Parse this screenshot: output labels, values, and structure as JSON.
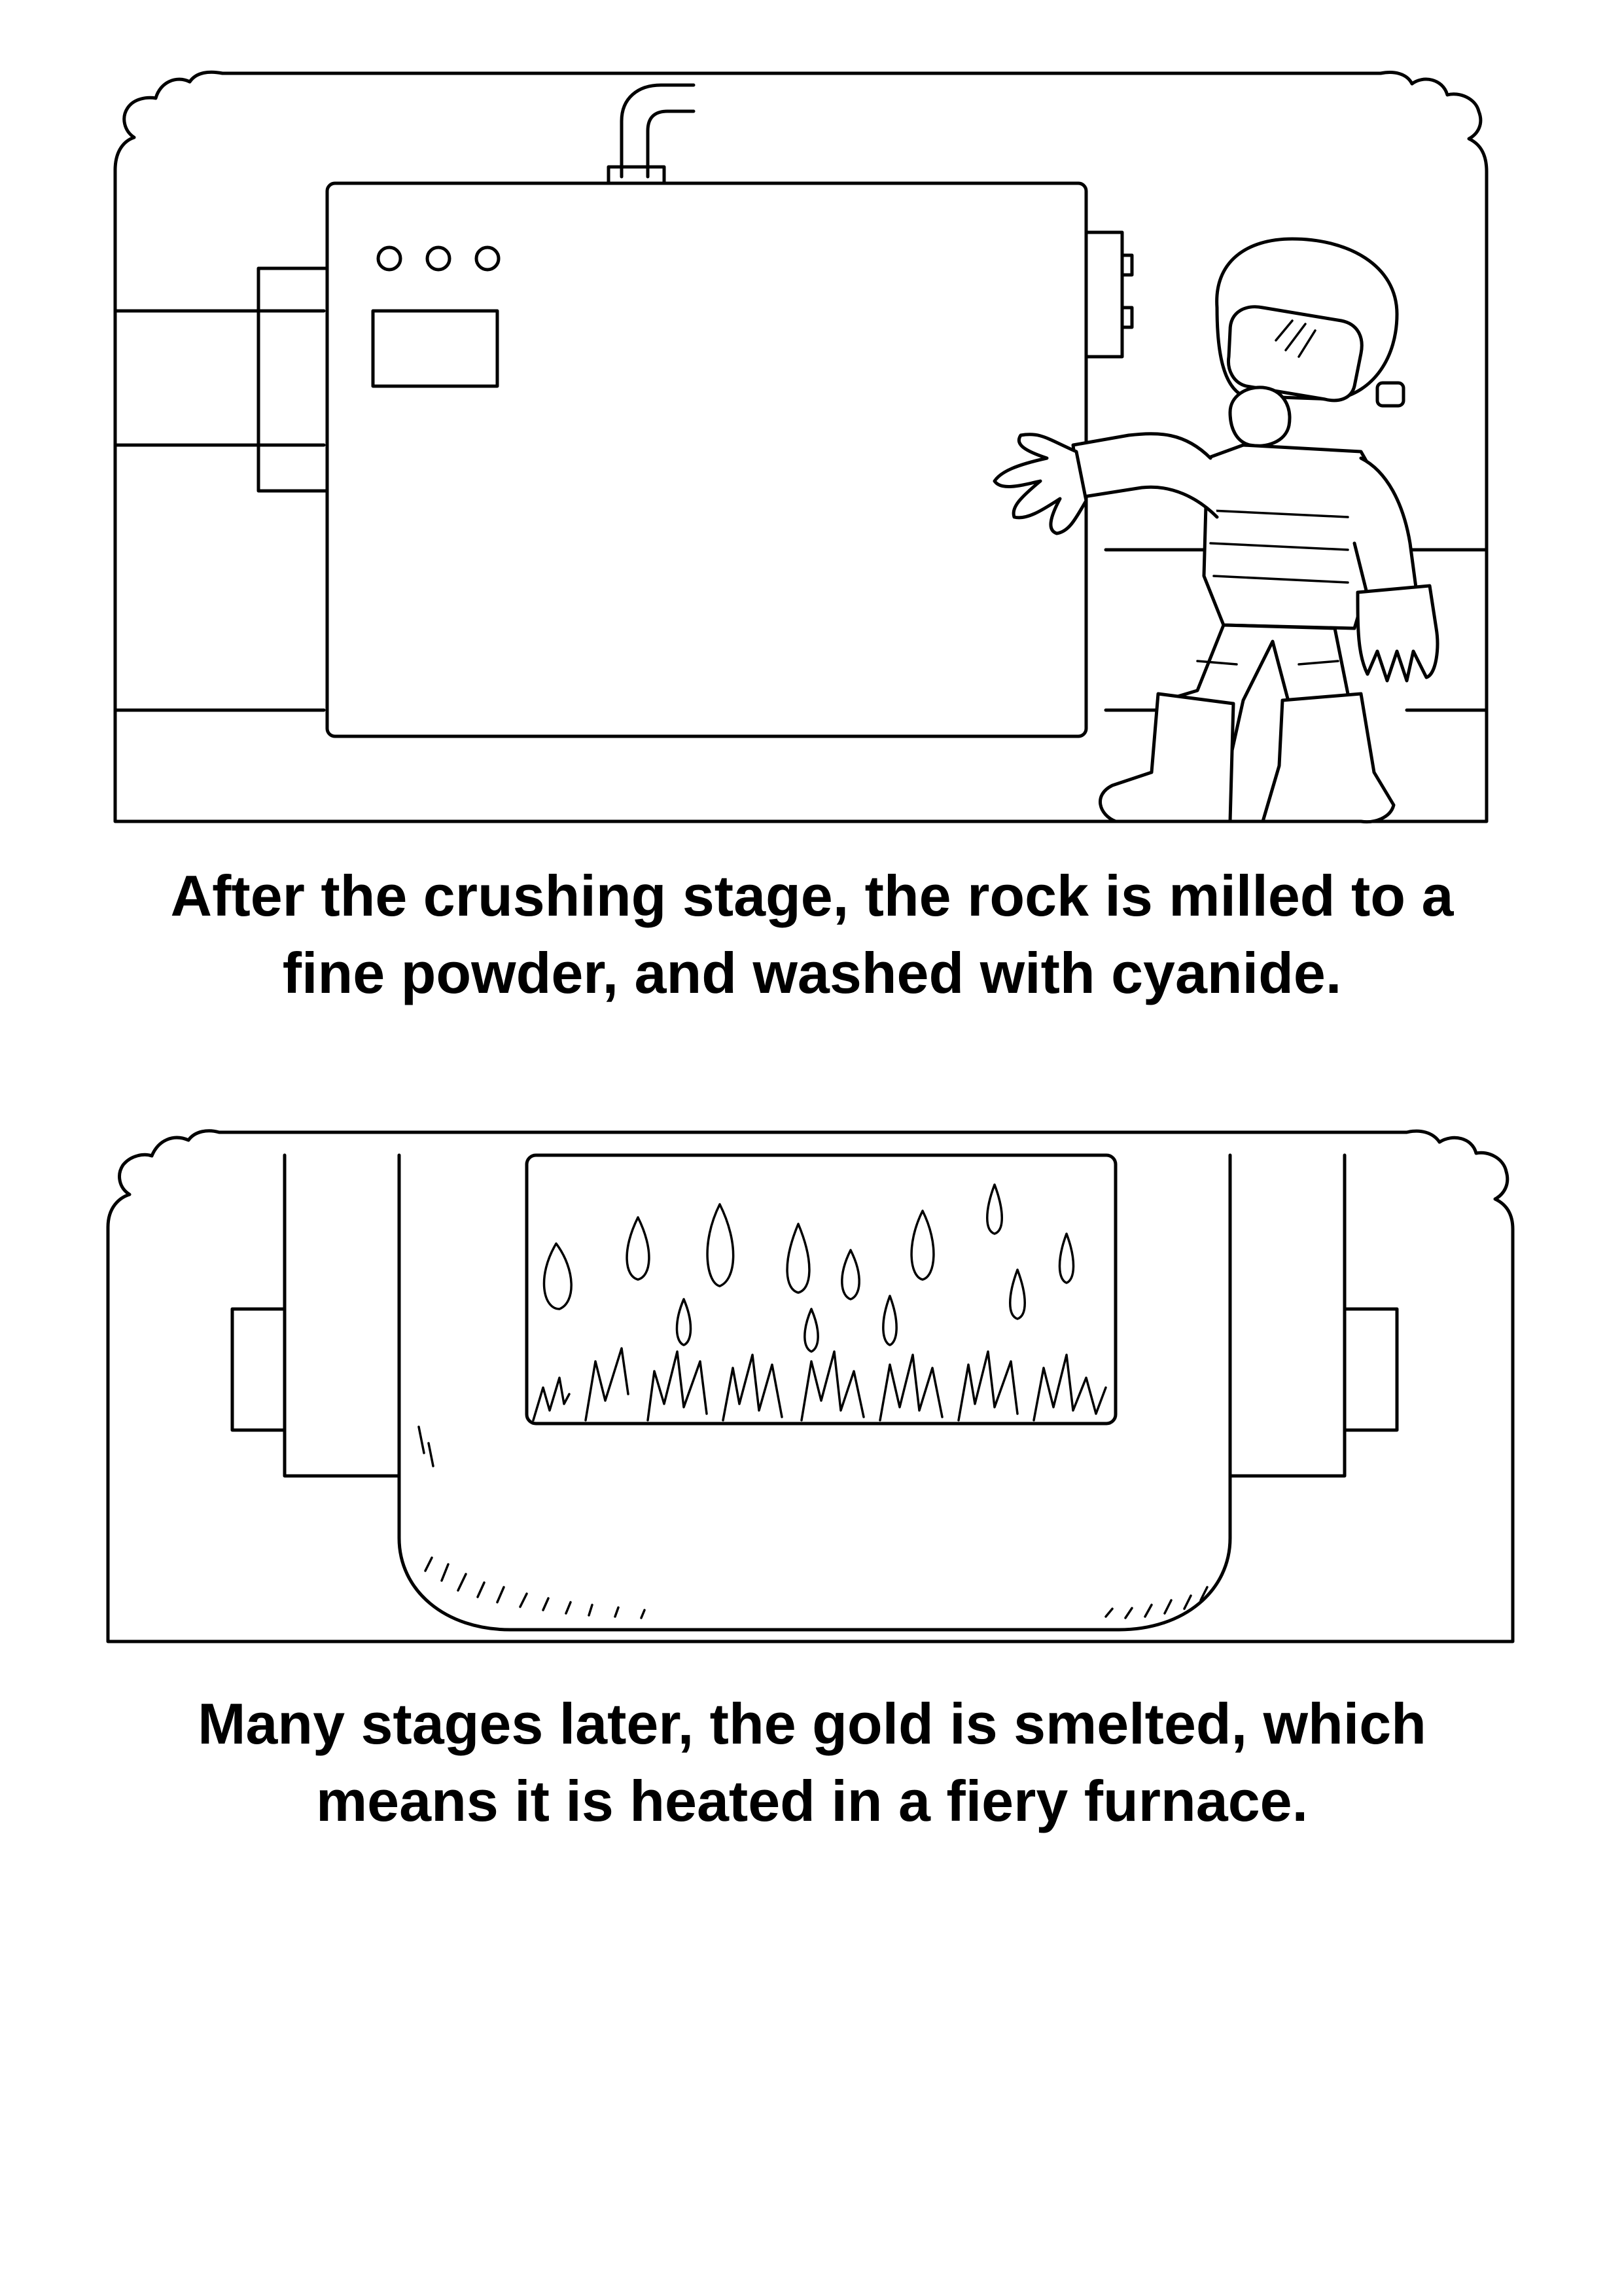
{
  "page": {
    "ink_color": "#000000",
    "background_color": "#ffffff"
  },
  "panel_milling": {
    "illustration": "milling-machine-and-worker-in-protective-suit",
    "caption": {
      "line1": "After the crushing stage, the rock is milled to a",
      "line2": "fine powder, and washed with cyanide."
    }
  },
  "panel_smelting": {
    "illustration": "smelting-furnace-with-flames",
    "caption": {
      "line1": "Many stages later, the gold is smelted, which",
      "line2": "means it is heated in a fiery furnace."
    }
  }
}
